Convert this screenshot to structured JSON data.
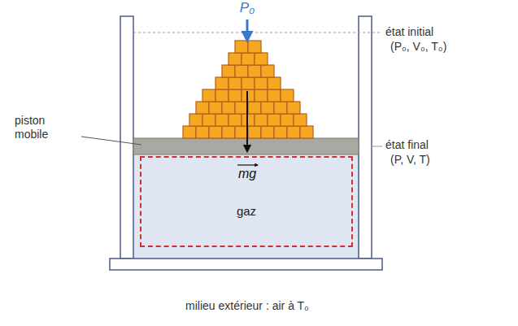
{
  "diagram": {
    "caption": "milieu extérieur : air à T₀",
    "nodes": [
      {
        "text": [
          "gaz"
        ]
      }
    ],
    "labels": [
      "P₀",
      "état initial",
      "(P₀, V₀, T₀)",
      "piston mobile",
      "état final",
      "(P, V, T)",
      "mg"
    ]
  }
}
